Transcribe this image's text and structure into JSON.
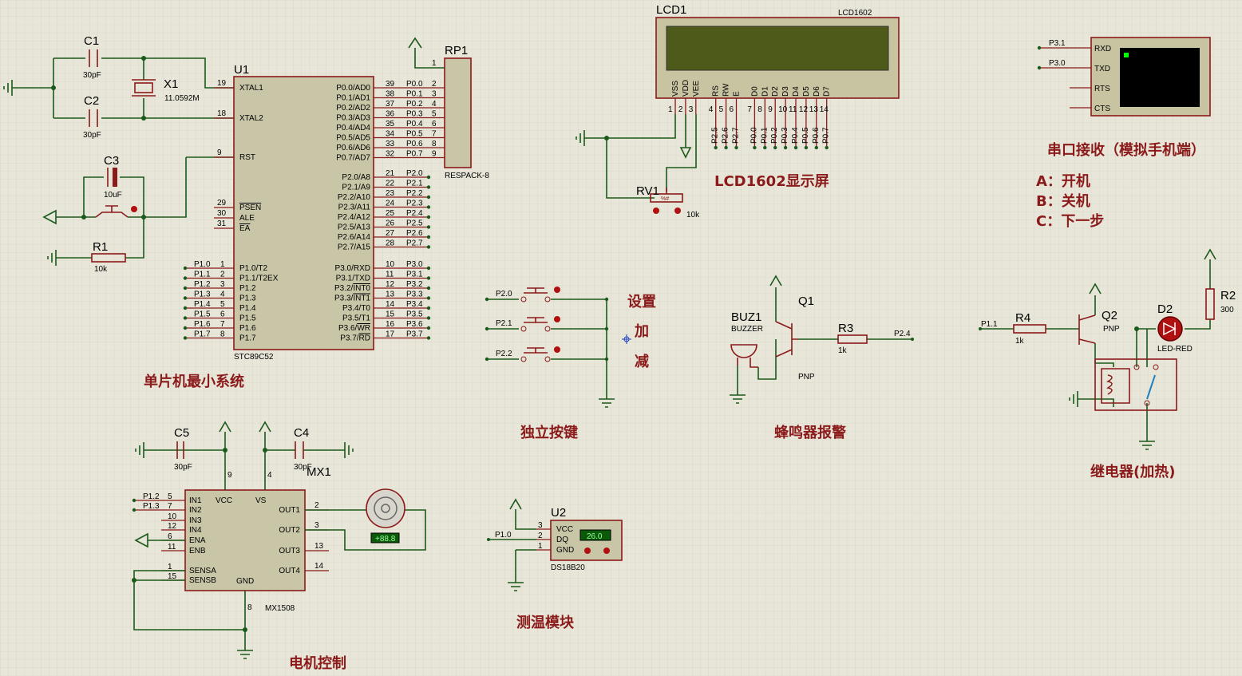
{
  "mcu": {
    "ref": "U1",
    "part": "STC89C52",
    "left_pins": [
      {
        "n": "19",
        "name": "XTAL1"
      },
      {
        "n": "18",
        "name": "XTAL2"
      },
      {
        "n": "9",
        "name": "RST"
      },
      {
        "n": "29",
        "name": "PSEN"
      },
      {
        "n": "30",
        "name": "ALE"
      },
      {
        "n": "31",
        "name": "EA"
      }
    ],
    "p1_pins": [
      {
        "n": "1",
        "name": "P1.0/T2",
        "net": "P1.0"
      },
      {
        "n": "2",
        "name": "P1.1/T2EX",
        "net": "P1.1"
      },
      {
        "n": "3",
        "name": "P1.2",
        "net": "P1.2"
      },
      {
        "n": "4",
        "name": "P1.3",
        "net": "P1.3"
      },
      {
        "n": "5",
        "name": "P1.4",
        "net": "P1.4"
      },
      {
        "n": "6",
        "name": "P1.5",
        "net": "P1.5"
      },
      {
        "n": "7",
        "name": "P1.6",
        "net": "P1.6"
      },
      {
        "n": "8",
        "name": "P1.7",
        "net": "P1.7"
      }
    ],
    "p0_pins": [
      {
        "n": "39",
        "name": "P0.0/AD0",
        "net": "P0.0"
      },
      {
        "n": "38",
        "name": "P0.1/AD1",
        "net": "P0.1"
      },
      {
        "n": "37",
        "name": "P0.2/AD2",
        "net": "P0.2"
      },
      {
        "n": "36",
        "name": "P0.3/AD3",
        "net": "P0.3"
      },
      {
        "n": "35",
        "name": "P0.4/AD4",
        "net": "P0.4"
      },
      {
        "n": "34",
        "name": "P0.5/AD5",
        "net": "P0.5"
      },
      {
        "n": "33",
        "name": "P0.6/AD6",
        "net": "P0.6"
      },
      {
        "n": "32",
        "name": "P0.7/AD7",
        "net": "P0.7"
      }
    ],
    "p2_pins": [
      {
        "n": "21",
        "name": "P2.0/A8",
        "net": "P2.0"
      },
      {
        "n": "22",
        "name": "P2.1/A9",
        "net": "P2.1"
      },
      {
        "n": "23",
        "name": "P2.2/A10",
        "net": "P2.2"
      },
      {
        "n": "24",
        "name": "P2.3/A11",
        "net": "P2.3"
      },
      {
        "n": "25",
        "name": "P2.4/A12",
        "net": "P2.4"
      },
      {
        "n": "26",
        "name": "P2.5/A13",
        "net": "P2.5"
      },
      {
        "n": "27",
        "name": "P2.6/A14",
        "net": "P2.6"
      },
      {
        "n": "28",
        "name": "P2.7/A15",
        "net": "P2.7"
      }
    ],
    "p3_pins": [
      {
        "n": "10",
        "name": "P3.0/RXD",
        "net": "P3.0"
      },
      {
        "n": "11",
        "name": "P3.1/TXD",
        "net": "P3.1"
      },
      {
        "n": "12",
        "name": "P3.2/INT0",
        "net": "P3.2"
      },
      {
        "n": "13",
        "name": "P3.3/INT1",
        "net": "P3.3"
      },
      {
        "n": "14",
        "name": "P3.4/T0",
        "net": "P3.4"
      },
      {
        "n": "15",
        "name": "P3.5/T1",
        "net": "P3.5"
      },
      {
        "n": "16",
        "name": "P3.6/WR",
        "net": "P3.6"
      },
      {
        "n": "17",
        "name": "P3.7/RD",
        "net": "P3.7"
      }
    ]
  },
  "passives": {
    "c1": {
      "ref": "C1",
      "value": "30pF"
    },
    "c2": {
      "ref": "C2",
      "value": "30pF"
    },
    "c3": {
      "ref": "C3",
      "value": "10uF"
    },
    "x1": {
      "ref": "X1",
      "value": "11.0592M"
    },
    "r1": {
      "ref": "R1",
      "value": "10k"
    },
    "rp1": {
      "ref": "RP1",
      "value": "RESPACK-8",
      "pin1": "1",
      "pins": [
        "2",
        "3",
        "4",
        "5",
        "6",
        "7",
        "8",
        "9"
      ]
    },
    "c5": {
      "ref": "C5",
      "value": "30pF"
    },
    "c4": {
      "ref": "C4",
      "value": "30pF"
    },
    "rv1": {
      "ref": "RV1",
      "value": "10k",
      "mark": "%#"
    },
    "r3": {
      "ref": "R3",
      "value": "1k"
    },
    "r4": {
      "ref": "R4",
      "value": "1k"
    },
    "r2": {
      "ref": "R2",
      "value": "300"
    }
  },
  "lcd": {
    "ref": "LCD1",
    "part": "LCD1602",
    "pins": [
      {
        "n": "1",
        "name": "VSS"
      },
      {
        "n": "2",
        "name": "VDD"
      },
      {
        "n": "3",
        "name": "VEE"
      },
      {
        "n": "4",
        "name": "RS",
        "net": "P2.5"
      },
      {
        "n": "5",
        "name": "RW",
        "net": "P2.6"
      },
      {
        "n": "6",
        "name": "E",
        "net": "P2.7"
      },
      {
        "n": "7",
        "name": "D0",
        "net": "P0.0"
      },
      {
        "n": "8",
        "name": "D1",
        "net": "P0.1"
      },
      {
        "n": "9",
        "name": "D2",
        "net": "P0.2"
      },
      {
        "n": "10",
        "name": "D3",
        "net": "P0.3"
      },
      {
        "n": "11",
        "name": "D4",
        "net": "P0.4"
      },
      {
        "n": "12",
        "name": "D5",
        "net": "P0.5"
      },
      {
        "n": "13",
        "name": "D6",
        "net": "P0.6"
      },
      {
        "n": "14",
        "name": "D7",
        "net": "P0.7"
      }
    ]
  },
  "terminal": {
    "pins": [
      {
        "name": "RXD",
        "net": "P3.1"
      },
      {
        "name": "TXD",
        "net": "P3.0"
      },
      {
        "name": "RTS"
      },
      {
        "name": "CTS"
      }
    ]
  },
  "keys": {
    "nets": [
      "P2.0",
      "P2.1",
      "P2.2"
    ],
    "labels": [
      "设置",
      "加",
      "减"
    ]
  },
  "buzzer": {
    "ref": "BUZ1",
    "part": "BUZZER",
    "q": "Q1",
    "q_type": "PNP",
    "net": "P2.4"
  },
  "relay": {
    "net": "P1.1",
    "q": "Q2",
    "q_type": "PNP",
    "led_ref": "D2",
    "led_part": "LED-RED"
  },
  "motor_driver": {
    "ref": "MX1",
    "part": "MX1508",
    "display": "+88.8",
    "left_pins": [
      {
        "n": "5",
        "name": "IN1",
        "net": "P1.2"
      },
      {
        "n": "7",
        "name": "IN2",
        "net": "P1.3"
      },
      {
        "n": "10",
        "name": "IN3"
      },
      {
        "n": "12",
        "name": "IN4"
      },
      {
        "n": "6",
        "name": "ENA"
      },
      {
        "n": "11",
        "name": "ENB"
      },
      {
        "n": "1",
        "name": "SENSA"
      },
      {
        "n": "15",
        "name": "SENSB"
      }
    ],
    "right_pins": [
      {
        "n": "2",
        "name": "OUT1"
      },
      {
        "n": "3",
        "name": "OUT2"
      },
      {
        "n": "13",
        "name": "OUT3"
      },
      {
        "n": "14",
        "name": "OUT4"
      }
    ],
    "top_pins": [
      {
        "n": "9",
        "name": "VCC"
      },
      {
        "n": "4",
        "name": "VS"
      }
    ],
    "gnd_pin": {
      "n": "8",
      "name": "GND"
    }
  },
  "sensor": {
    "ref": "U2",
    "part": "DS18B20",
    "reading": "26.0",
    "net": "P1.0",
    "pins": [
      {
        "n": "3",
        "name": "VCC"
      },
      {
        "n": "2",
        "name": "DQ"
      },
      {
        "n": "1",
        "name": "GND"
      }
    ]
  },
  "sections": {
    "mcu": "单片机最小系统",
    "lcd": "LCD1602显示屏",
    "uart": "串口接收（模拟手机端）",
    "uart_a": "A：开机",
    "uart_b": "B：关机",
    "uart_c": "C：下一步",
    "keys": "独立按键",
    "buzzer": "蜂鸣器报警",
    "relay": "继电器(加热)",
    "motor": "电机控制",
    "sensor": "测温模块"
  }
}
